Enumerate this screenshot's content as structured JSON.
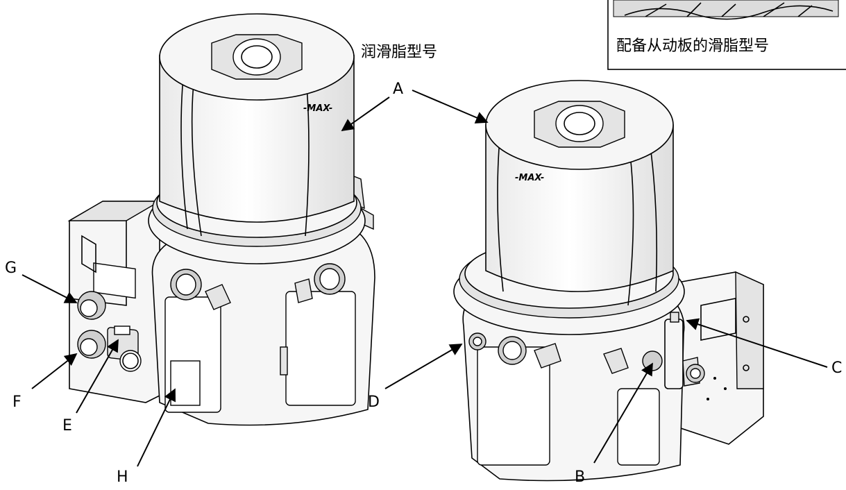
{
  "captions": {
    "grease_model": "润滑脂型号",
    "follower_plate_model": "配备从动板的滑脂型号"
  },
  "reservoir_mark": "-MAX-",
  "callouts": {
    "A": "A",
    "B": "B",
    "C": "C",
    "D": "D",
    "E": "E",
    "F": "F",
    "G": "G",
    "H": "H"
  }
}
